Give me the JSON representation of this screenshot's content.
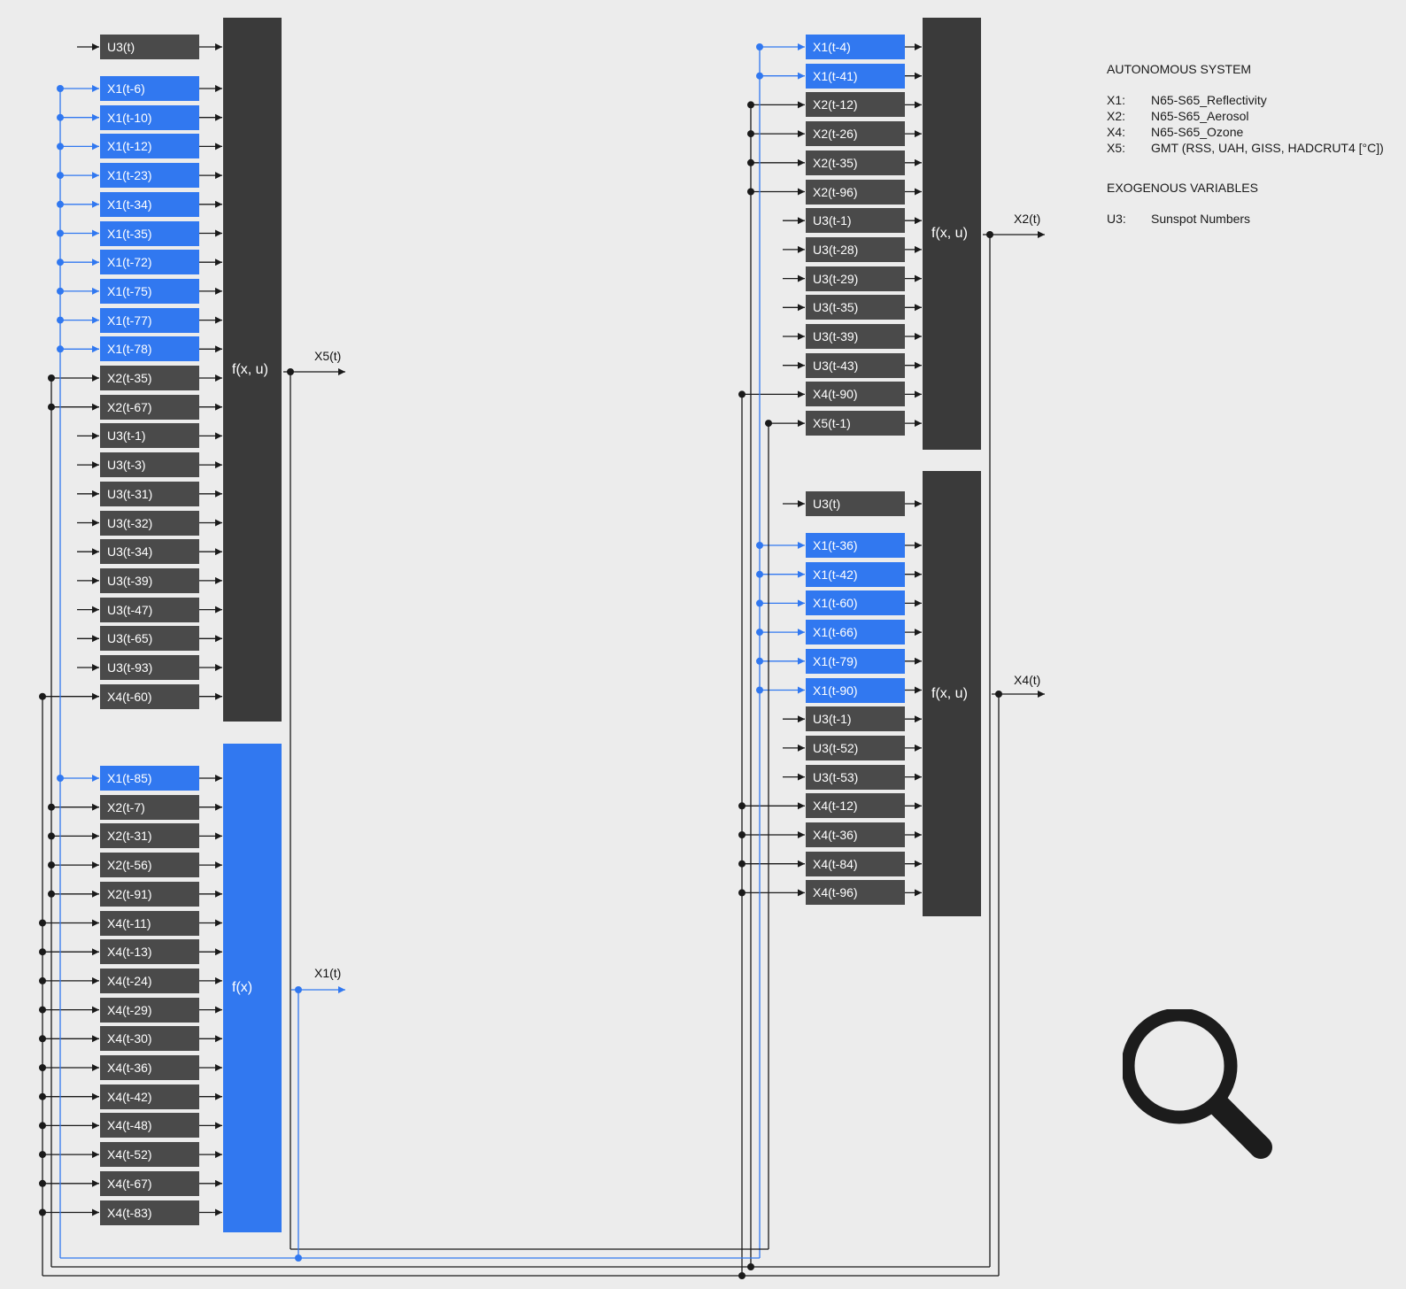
{
  "blocks": [
    {
      "id": "x5-model",
      "function_label": "f(x, u)",
      "style": "dark",
      "output": "X5(t)",
      "inputs": [
        "U3(t)",
        "X1(t-6)",
        "X1(t-10)",
        "X1(t-12)",
        "X1(t-23)",
        "X1(t-34)",
        "X1(t-35)",
        "X1(t-72)",
        "X1(t-75)",
        "X1(t-77)",
        "X1(t-78)",
        "X2(t-35)",
        "X2(t-67)",
        "U3(t-1)",
        "U3(t-3)",
        "U3(t-31)",
        "U3(t-32)",
        "U3(t-34)",
        "U3(t-39)",
        "U3(t-47)",
        "U3(t-65)",
        "U3(t-93)",
        "X4(t-60)"
      ]
    },
    {
      "id": "x1-model",
      "function_label": "f(x)",
      "style": "blue",
      "output": "X1(t)",
      "inputs": [
        "X1(t-85)",
        "X2(t-7)",
        "X2(t-31)",
        "X2(t-56)",
        "X2(t-91)",
        "X4(t-11)",
        "X4(t-13)",
        "X4(t-24)",
        "X4(t-29)",
        "X4(t-30)",
        "X4(t-36)",
        "X4(t-42)",
        "X4(t-48)",
        "X4(t-52)",
        "X4(t-67)",
        "X4(t-83)"
      ]
    },
    {
      "id": "x2-model",
      "function_label": "f(x, u)",
      "style": "dark",
      "output": "X2(t)",
      "inputs": [
        "X1(t-4)",
        "X1(t-41)",
        "X2(t-12)",
        "X2(t-26)",
        "X2(t-35)",
        "X2(t-96)",
        "U3(t-1)",
        "U3(t-28)",
        "U3(t-29)",
        "U3(t-35)",
        "U3(t-39)",
        "U3(t-43)",
        "X4(t-90)",
        "X5(t-1)"
      ]
    },
    {
      "id": "x4-model",
      "function_label": "f(x, u)",
      "style": "dark",
      "output": "X4(t)",
      "inputs": [
        "U3(t)",
        "X1(t-36)",
        "X1(t-42)",
        "X1(t-60)",
        "X1(t-66)",
        "X1(t-79)",
        "X1(t-90)",
        "U3(t-1)",
        "U3(t-52)",
        "U3(t-53)",
        "X4(t-12)",
        "X4(t-36)",
        "X4(t-84)",
        "X4(t-96)"
      ]
    }
  ],
  "legend": {
    "autonomous_title": "AUTONOMOUS SYSTEM",
    "autonomous": [
      {
        "key": "X1:",
        "value": "N65-S65_Reflectivity"
      },
      {
        "key": "X2:",
        "value": "N65-S65_Aerosol"
      },
      {
        "key": "X4:",
        "value": "N65-S65_Ozone"
      },
      {
        "key": "X5:",
        "value": "GMT (RSS, UAH, GISS, HADCRUT4 [°C])"
      }
    ],
    "exogenous_title": "EXOGENOUS VARIABLES",
    "exogenous": [
      {
        "key": "U3:",
        "value": "Sunspot Numbers"
      }
    ]
  },
  "colors": {
    "background": "#ececec",
    "x1_blue": "#3178f0",
    "node_gray": "#4a4a4a",
    "function_dark": "#3a3a3a",
    "wire_black": "#1a1a1a",
    "wire_blue": "#3178f0"
  },
  "icons": {
    "search": "search-icon"
  }
}
